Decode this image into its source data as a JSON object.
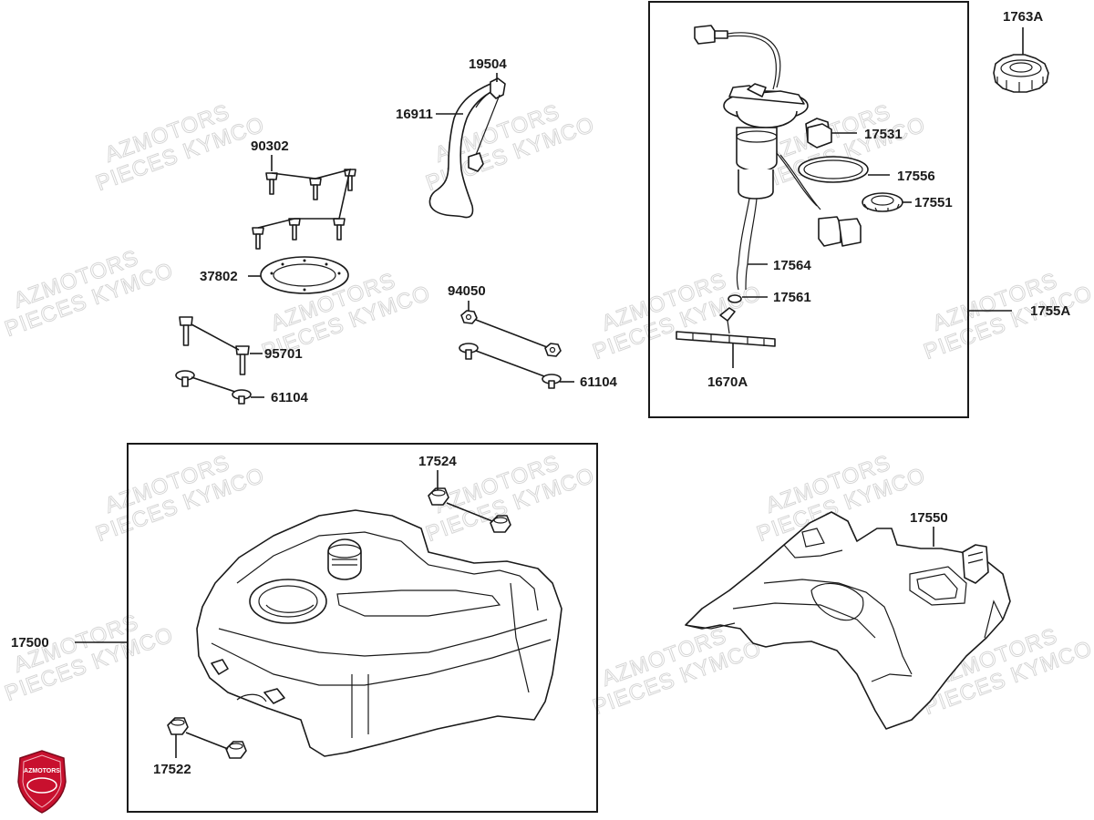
{
  "watermark": {
    "line1": "AZMOTORS",
    "line2": "PIECES KYMCO"
  },
  "logo": {
    "text": "AZMOTORS",
    "color": "#c8102e"
  },
  "labels": {
    "p1763A": "1763A",
    "p19504": "19504",
    "p16911": "16911",
    "p90302": "90302",
    "p37802": "37802",
    "p94050": "94050",
    "p95701": "95701",
    "p61104_left": "61104",
    "p61104_right": "61104",
    "p17531": "17531",
    "p17556": "17556",
    "p17551": "17551",
    "p17564": "17564",
    "p17561": "17561",
    "p1670A": "1670A",
    "p1755A": "1755A",
    "p17524": "17524",
    "p17550": "17550",
    "p17500": "17500",
    "p17522": "17522"
  }
}
